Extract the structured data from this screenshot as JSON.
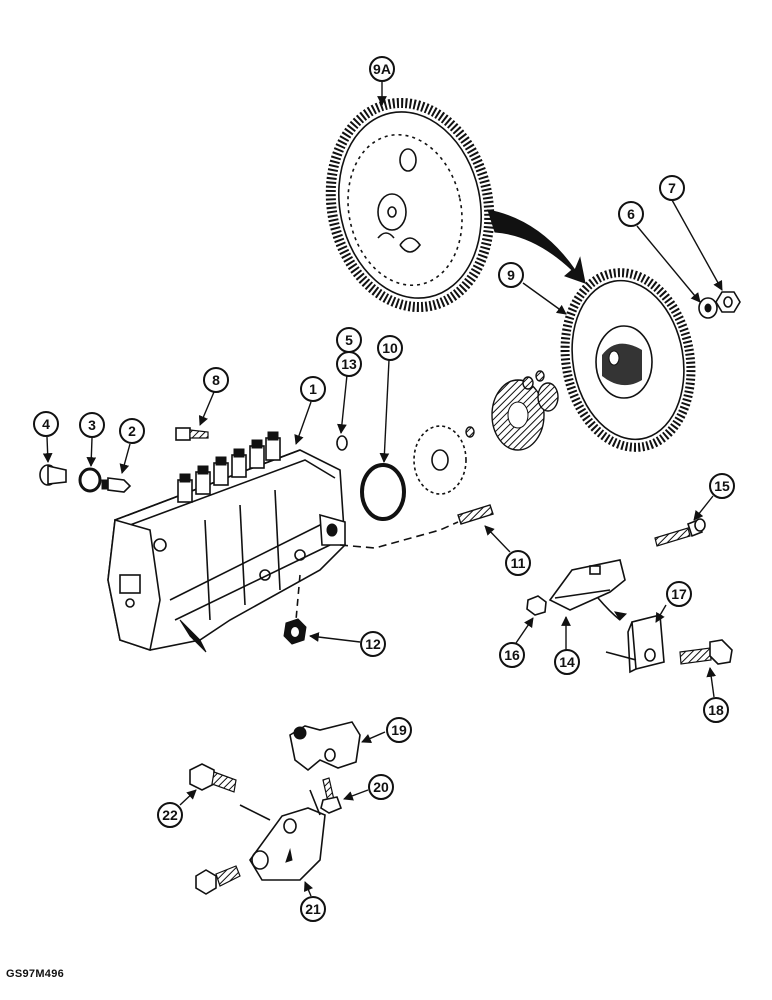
{
  "figure_code": "GS97M496",
  "callouts": [
    "9A",
    "7",
    "6",
    "9",
    "5",
    "13",
    "10",
    "8",
    "1",
    "4",
    "3",
    "2",
    "15",
    "11",
    "17",
    "16",
    "14",
    "12",
    "18",
    "19",
    "20",
    "22",
    "21"
  ]
}
